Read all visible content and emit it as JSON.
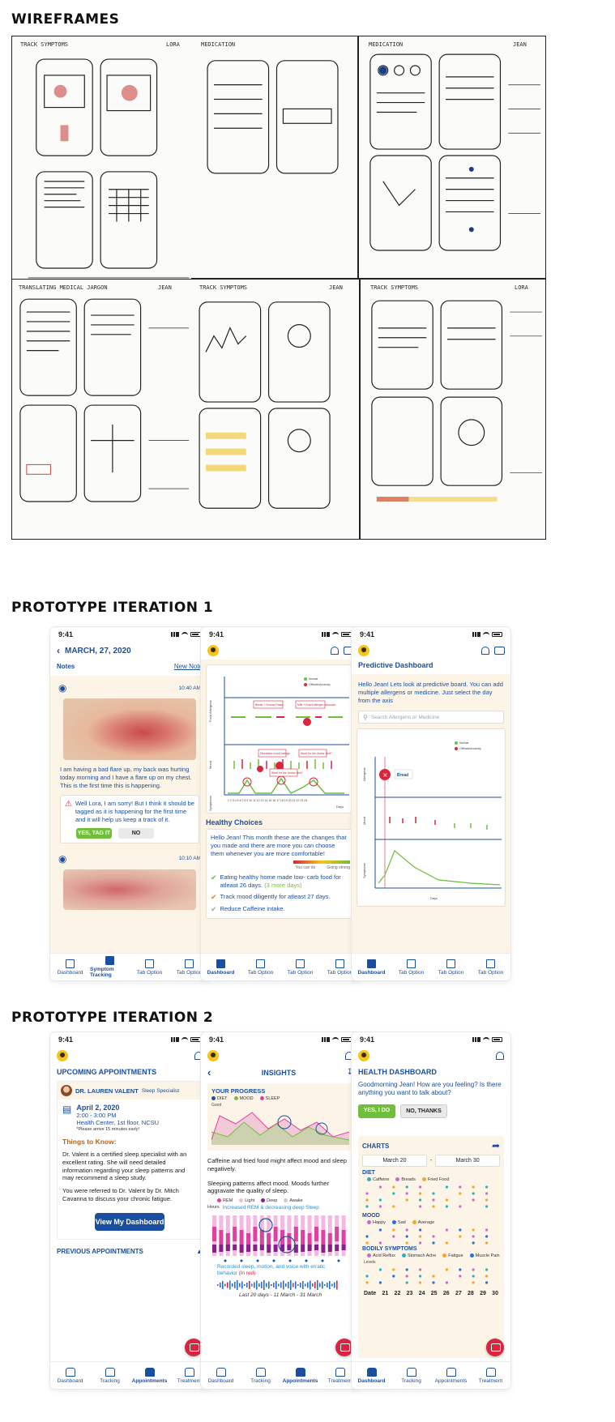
{
  "sections": {
    "wireframes": "WIREFRAMES",
    "iter1": "PROTOTYPE ITERATION 1",
    "iter2": "PROTOTYPE ITERATION 2"
  },
  "wireframes": {
    "notes": [
      "TRACK SYMPTOMS",
      "LORA",
      "MEDICATION",
      "MEDICATION",
      "JEAN",
      "TRANSLATING MEDICAL JARGON",
      "JEAN",
      "TRACK SYMPTOMS",
      "JEAN",
      "TRACK SYMPTOMS",
      "LORA"
    ]
  },
  "status_time": "9:41",
  "p1a": {
    "back_title": "MARCH, 27, 2020",
    "notes_label": "Notes",
    "new_note": "New Note",
    "time1": "10:40 AM",
    "note_text": "I am having a bad flare up, my back was hurting today morning and I have a flare up on my chest. This is the first time this is happening.",
    "prompt": "Well Lora, I am sorry! But I think it should be tagged as it is happening for the first time and it will help us keep a track of it.",
    "yes": "YES, TAG IT",
    "no": "NO",
    "time2": "10:10 AM",
    "tabs": [
      "Dashboard",
      "Symptom Tracking",
      "Tab Option",
      "Tab Option"
    ]
  },
  "p1b": {
    "legend_normal": "Normal",
    "legend_offtrack": "Offtrack/Anomaly",
    "row_labels": [
      "Food Allergens",
      "Mood",
      "Symptoms"
    ],
    "chips": [
      "Bread + Source Pasta",
      "Milk + Exact allergen unknown",
      "Disolation mood swings",
      "Work for the doctor visit?",
      "Work for the doctor visit?"
    ],
    "days_label": "Days",
    "day_ticks": "1 2 3 4 5 6 7 8 9 10 11 12 13 14 15 16 17 18 19 20 21 22 23 24",
    "healthy_title": "Healthy Choices",
    "healthy_text": "Hello Jean! This month these are the changes that you made and there are more you can choose them whenever you are more comfortable!",
    "scale_left": "You can do",
    "scale_right": "Going strong",
    "choice1": "Eating healthy home made low- carb food for atleast 26 days.",
    "choice1_more": "(3 more days)",
    "choice2": "Track mood diligently for atleast 27 days.",
    "choice3": "Reduce Caffeine intake.",
    "tabs": [
      "Dashboard",
      "Tab Option",
      "Tab Option",
      "Tab Option"
    ]
  },
  "p1c": {
    "title": "Predictive Dashboard",
    "intro": "Hello Jean! Lets look at predictive board. You can add multiple allergens or medicine. Just select the day from the axis",
    "search_placeholder": "Search Allergens or Medicine",
    "legend_normal": "Normal",
    "legend_offtrack": "Offtrack/Anomaly",
    "bread": "Bread",
    "row_labels": [
      "Allergens",
      "Mood",
      "Symptoms"
    ],
    "days_label": "Days",
    "tabs": [
      "Dashboard",
      "Tab Option",
      "Tab Option",
      "Tab Option"
    ]
  },
  "p2a": {
    "title": "UPCOMING APPOINTMENTS",
    "doctor": "DR. LAUREN VALENT",
    "specialty": "Sleep Specialist",
    "date": "April 2, 2020",
    "time": "2:00 - 3:00 PM",
    "place": "Health Center, 1st floor, NCSU",
    "note": "*Please arrive 15 minutes early!",
    "know_title": "Things to Know:",
    "know1": "Dr. Valent is a certified sleep specialist with an excellent rating. She will need detailed information regarding your sleep patterns and may recommend a sleep study.",
    "know2": "You were referred to Dr. Valent by Dr. Mitch Cavanna to discuss your chronic fatigue.",
    "button": "View My Dashboard",
    "previous": "PREVIOUS APPOINTMENTS",
    "tabs": [
      "Dashboard",
      "Tracking",
      "Appointments",
      "Treatment"
    ]
  },
  "p2b": {
    "title": "INSIGHTS",
    "progress_title": "YOUR PROGRESS",
    "legend": [
      "DIET",
      "MOOD",
      "SLEEP"
    ],
    "good": "Good",
    "insight1": "Caffeine and fried food might affect mood and sleep negatively.",
    "insight2": "Sleeping patterns affect mood. Moods further aggravate the quality of sleep.",
    "sleep_legend": [
      "REM",
      "Light",
      "Deep",
      "Awake"
    ],
    "hours": "Hours",
    "increased": "Increased REM & decreasing deep Sleep",
    "recorded": "Recorded sleep, motion, and voice with erratic behavior",
    "recorded_tag": "(in red)",
    "footer": "Last 20 days - 11 March - 31 March",
    "tabs": [
      "Dashboard",
      "Tracking",
      "Appointments",
      "Treatment"
    ]
  },
  "p2c": {
    "title": "HEALTH DASHBOARD",
    "greeting": "Goodmorning Jean! How are you feeling? Is there anything you want to talk about?",
    "yes": "YES, I DO",
    "no": "NO, THANKS",
    "charts": "CHARTS",
    "from": "March 20",
    "dash": "-",
    "to": "March 30",
    "diet": "DIET",
    "diet_legend": [
      "Caffeine",
      "Breads",
      "Fried Food"
    ],
    "mood": "MOOD",
    "mood_legend": [
      "Happy",
      "Sad",
      "Average"
    ],
    "body": "BODILY SYMPTOMS",
    "body_legend": [
      "Acid Reflux",
      "Stomach Ache",
      "Fatigue",
      "Muscle Pain"
    ],
    "levels": "Levels",
    "dates_label": "Date",
    "dates": [
      "21",
      "22",
      "23",
      "24",
      "25",
      "26",
      "27",
      "28",
      "29",
      "30"
    ],
    "tabs": [
      "Dashboard",
      "Tracking",
      "Appointments",
      "Treatment"
    ]
  },
  "colors": {
    "brand_blue": "#1a4fa0",
    "green": "#6fbf3a",
    "red": "#d7263d",
    "cream": "#fcf4e6"
  }
}
